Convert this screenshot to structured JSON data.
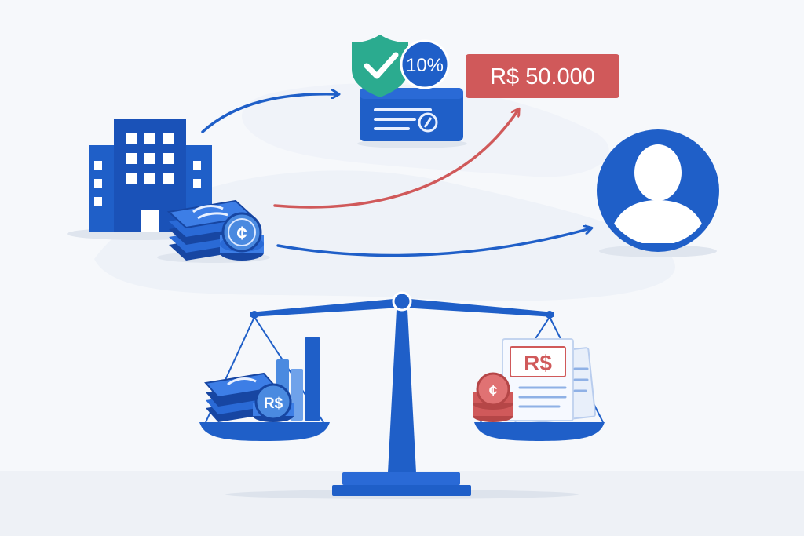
{
  "tax_badge": {
    "percent": "10%"
  },
  "amount_tag": {
    "text": "R$ 50.000"
  },
  "coin_symbol": "¢",
  "left_pan_coin": "R$",
  "right_pan_document": "R$",
  "icons": {
    "company": "office-building-icon",
    "money": "money-stack-icon",
    "shield": "shield-check-icon",
    "tax_document": "tax-document-icon",
    "person": "person-avatar-icon",
    "scale": "balance-scale-icon"
  },
  "colors": {
    "primary_blue": "#1f5fc8",
    "dark_blue": "#1746a2",
    "light_blue": "#4a8ae0",
    "red": "#d0595a",
    "green": "#2bab8f",
    "background": "#f6f8fb"
  }
}
